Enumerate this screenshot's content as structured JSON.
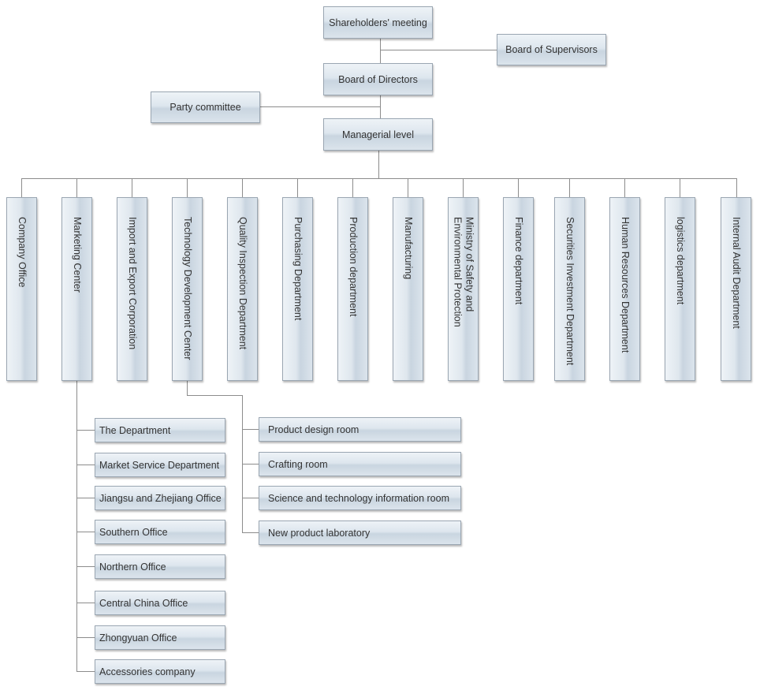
{
  "top": {
    "shareholders": "Shareholders' meeting",
    "supervisors": "Board of Supervisors",
    "directors": "Board of Directors",
    "party": "Party committee",
    "managerial": "Managerial level"
  },
  "departments": [
    "Company Office",
    "Marketing Center",
    "Import and Export Corporation",
    "Technology Development Center",
    "Quality Inspection Department",
    "Purchasing Department",
    "Production department",
    "Manufacturing",
    "Ministry of Safety and\nEnvironmental Protection",
    "Finance department",
    "Securities Investment Department",
    "Human Resources Department",
    "logistics department",
    "Internal Audit Department"
  ],
  "marketing_children": [
    "The Department",
    "Market Service Department",
    "Jiangsu and Zhejiang Office",
    "Southern Office",
    "Northern Office",
    "Central China Office",
    "Zhongyuan Office",
    "Accessories company"
  ],
  "technology_children": [
    "Product design room",
    "Crafting room",
    "Science and technology information room",
    "New product laboratory"
  ]
}
